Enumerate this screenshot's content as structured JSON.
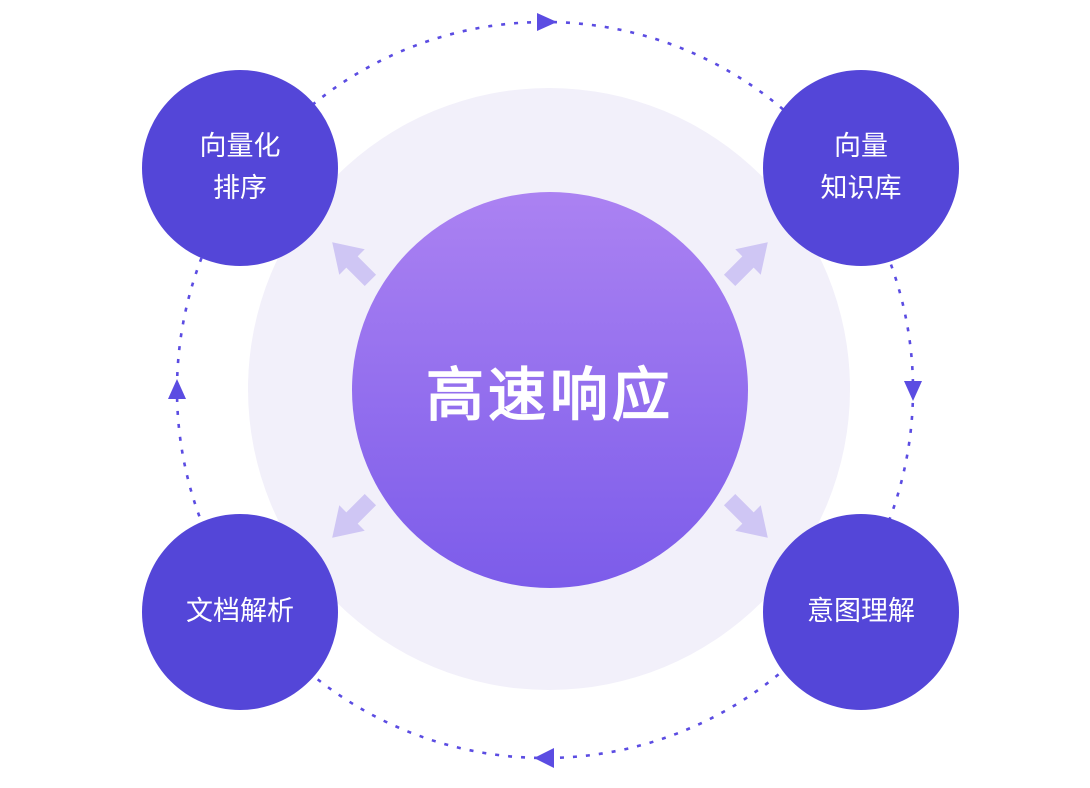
{
  "diagram": {
    "center": {
      "label": "高速响应"
    },
    "nodes": [
      {
        "position": "top-left",
        "lines": [
          "向量化",
          "排序"
        ]
      },
      {
        "position": "top-right",
        "lines": [
          "向量",
          "知识库"
        ]
      },
      {
        "position": "bottom-left",
        "lines": [
          "文档解析"
        ]
      },
      {
        "position": "bottom-right",
        "lines": [
          "意图理解"
        ]
      }
    ],
    "colors": {
      "node_fill": "#5446d8",
      "center_top": "#ab82f2",
      "center_bottom": "#7c5cea",
      "halo": "#f2f0fa",
      "orbit": "#5b4ce2",
      "arrow": "#cfc6f4",
      "text": "#ffffff"
    }
  }
}
